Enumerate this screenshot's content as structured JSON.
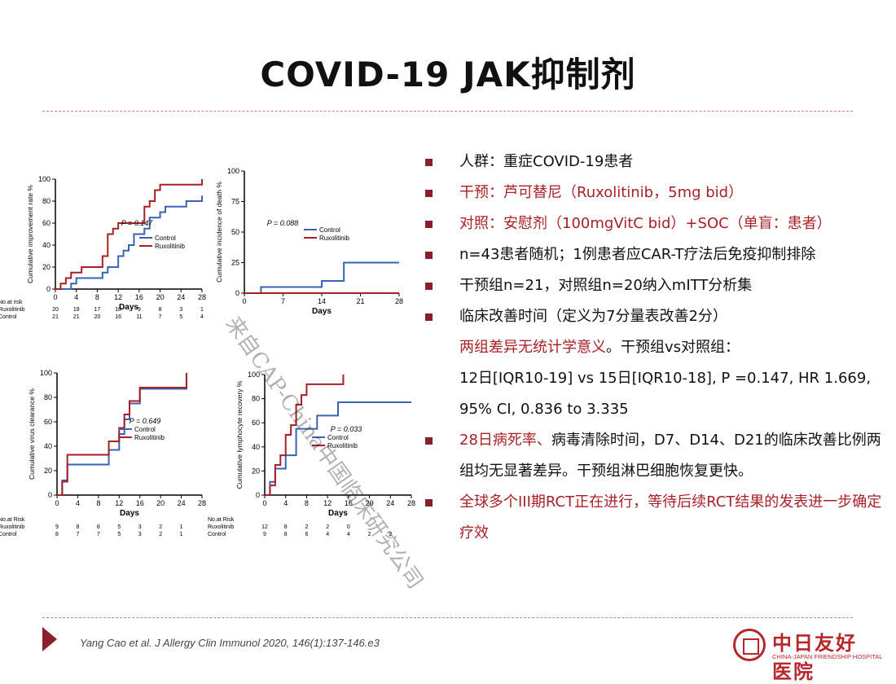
{
  "title": "COVID-19  JAK抑制剂",
  "bullets": [
    {
      "text": "人群：重症COVID-19患者",
      "color": "#111111"
    },
    {
      "text": "干预：芦可替尼（Ruxolitinib，5mg bid）",
      "color": "#a81f26"
    },
    {
      "text": "对照：安慰剂（100mgVitC bid）+SOC（单盲：患者）",
      "color": "#a81f26"
    },
    {
      "text": "n=43患者随机；1例患者应CAR-T疗法后免疫抑制排除",
      "color": "#111111"
    },
    {
      "text": "干预组n=21，对照组n=20纳入mITT分析集",
      "color": "#111111"
    },
    {
      "text": "临床改善时间（定义为7分量表改善2分）",
      "color": "#111111"
    }
  ],
  "continuation": {
    "red_part": "两组差异无统计学意义",
    "black_part": "。干预组vs对照组：",
    "line2": "12日[IQR10-19] vs 15日[IQR10-18], P =0.147, HR 1.669,",
    "line3": "95% CI, 0.836 to 3.335"
  },
  "bullets2": [
    {
      "red_part": "28日病死率、",
      "black_part": "病毒清除时间，D7、D14、D21的临床改善比例两组均无显著差异。干预组淋巴细胞恢复更快。"
    },
    {
      "red_part": "全球多个III期RCT正在进行，等待后续RCT结果的发表进一步确定疗效",
      "black_part": ""
    }
  ],
  "citation": "Yang Cao et al. J Allergy Clin Immunol 2020, 146(1):137-146.e3",
  "logo": {
    "name": "中日友好医院",
    "sub": "CHINA-JAPAN FRIENDSHIP HOSPITAL"
  },
  "watermark": "来自CAP-China中国临床研究公司",
  "colors": {
    "control": "#3a63b5",
    "ruxolitinib": "#a81f26",
    "accent": "#8b1e2e"
  },
  "chart_data": [
    {
      "type": "line",
      "ylabel": "Cumulative improvement rate %",
      "xlabel": "Days",
      "xlim": [
        0,
        28
      ],
      "ylim": [
        0,
        100
      ],
      "xticks": [
        0,
        4,
        8,
        12,
        16,
        20,
        24,
        28
      ],
      "yticks": [
        0,
        20,
        40,
        60,
        80,
        100
      ],
      "p_value": "P = 0.147",
      "legend": [
        "Control",
        "Ruxolitinib"
      ],
      "series": [
        {
          "name": "Control",
          "x": [
            0,
            3,
            4,
            9,
            10,
            12,
            13,
            14,
            15,
            17,
            18,
            20,
            21,
            25,
            28
          ],
          "y": [
            0,
            5,
            10,
            15,
            20,
            30,
            35,
            40,
            50,
            55,
            65,
            70,
            75,
            80,
            85
          ]
        },
        {
          "name": "Ruxolitinib",
          "x": [
            0,
            1,
            2,
            3,
            5,
            9,
            10,
            11,
            12,
            13,
            17,
            18,
            19,
            20,
            26,
            28
          ],
          "y": [
            0,
            5,
            10,
            15,
            20,
            30,
            50,
            55,
            60,
            60,
            75,
            80,
            90,
            95,
            95,
            100
          ]
        }
      ],
      "risk_table": {
        "header": "No.at risk",
        "rows": [
          {
            "label": "Ruxolitinib",
            "values": [
              "20",
              "18",
              "17",
              "10",
              "9",
              "8",
              "3",
              "1"
            ]
          },
          {
            "label": "Control",
            "values": [
              "21",
              "21",
              "20",
              "16",
              "11",
              "7",
              "5",
              "4"
            ]
          }
        ]
      }
    },
    {
      "type": "line",
      "ylabel": "Cumulative incidence of death %",
      "xlabel": "Days",
      "xlim": [
        0,
        28
      ],
      "ylim": [
        0,
        100
      ],
      "xticks": [
        0,
        7,
        14,
        21,
        28
      ],
      "yticks": [
        0,
        25,
        50,
        75,
        100
      ],
      "p_value": "P = 0.088",
      "legend": [
        "Control",
        "Ruxolitinib"
      ],
      "series": [
        {
          "name": "Control",
          "x": [
            0,
            3,
            14,
            18,
            28
          ],
          "y": [
            0,
            5,
            10,
            25,
            25
          ]
        },
        {
          "name": "Ruxolitinib",
          "x": [
            0,
            28
          ],
          "y": [
            0,
            0
          ]
        }
      ]
    },
    {
      "type": "line",
      "ylabel": "Cumulative virus clearance %",
      "xlabel": "Days",
      "xlim": [
        0,
        28
      ],
      "ylim": [
        0,
        100
      ],
      "xticks": [
        0,
        4,
        8,
        12,
        16,
        20,
        24,
        28
      ],
      "yticks": [
        0,
        20,
        40,
        60,
        80,
        100
      ],
      "p_value": "P = 0.649",
      "legend": [
        "Control",
        "Ruxolitinib"
      ],
      "series": [
        {
          "name": "Control",
          "x": [
            0,
            1,
            2,
            10,
            12,
            13,
            14,
            16,
            25
          ],
          "y": [
            0,
            12,
            25,
            37,
            50,
            62,
            75,
            87,
            100
          ]
        },
        {
          "name": "Ruxolitinib",
          "x": [
            0,
            1,
            2,
            7,
            10,
            12,
            13,
            14,
            16,
            25
          ],
          "y": [
            0,
            11,
            33,
            33,
            44,
            55,
            66,
            77,
            88,
            100
          ]
        }
      ],
      "risk_table": {
        "header": "No.at Risk",
        "rows": [
          {
            "label": "Ruxolitinib",
            "values": [
              "9",
              "8",
              "8",
              "5",
              "3",
              "2",
              "1"
            ]
          },
          {
            "label": "Control",
            "values": [
              "8",
              "7",
              "7",
              "5",
              "3",
              "2",
              "1"
            ]
          }
        ]
      }
    },
    {
      "type": "line",
      "ylabel": "Cumulative lymphocyte recovery %",
      "xlabel": "Days",
      "xlim": [
        0,
        28
      ],
      "ylim": [
        0,
        100
      ],
      "xticks": [
        0,
        4,
        8,
        12,
        16,
        20,
        24,
        28
      ],
      "yticks": [
        0,
        20,
        40,
        60,
        80,
        100
      ],
      "p_value": "P = 0.033",
      "legend": [
        "Control",
        "Ruxolitinib"
      ],
      "series": [
        {
          "name": "Control",
          "x": [
            0,
            1,
            2,
            4,
            6,
            10,
            14,
            28
          ],
          "y": [
            0,
            11,
            22,
            33,
            55,
            66,
            77,
            77
          ]
        },
        {
          "name": "Ruxolitinib",
          "x": [
            0,
            1,
            2,
            3,
            4,
            5,
            6,
            7,
            8,
            15
          ],
          "y": [
            0,
            8,
            25,
            33,
            50,
            58,
            75,
            83,
            92,
            100
          ]
        }
      ],
      "risk_table": {
        "header": "No.at Risk",
        "rows": [
          {
            "label": "Ruxolitinib",
            "values": [
              "12",
              "8",
              "2",
              "2",
              "0"
            ]
          },
          {
            "label": "Control",
            "values": [
              "9",
              "8",
              "6",
              "4",
              "4",
              "2",
              "2"
            ]
          }
        ]
      }
    }
  ]
}
